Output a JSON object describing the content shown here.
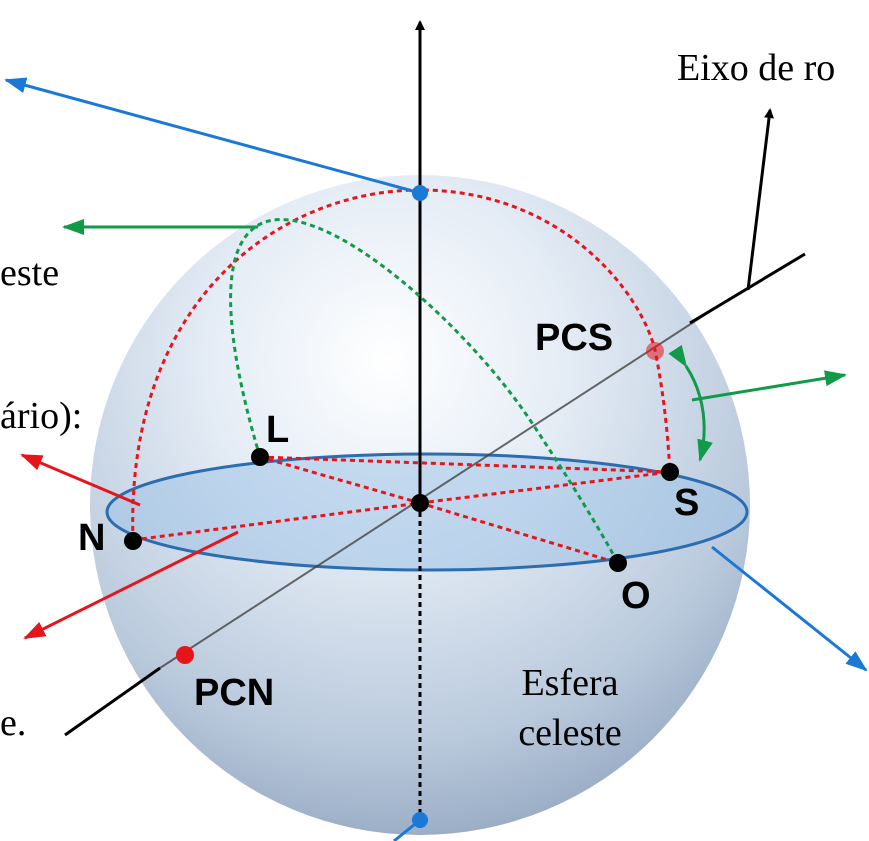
{
  "labels": {
    "rotation_axis": "Eixo de ro",
    "left_frag_1": "este",
    "left_frag_2": "ário):",
    "left_frag_3": "e.",
    "sphere_line1": "Esfera",
    "sphere_line2": "celeste",
    "pcs": "PCS",
    "pcn": "PCN",
    "north": "N",
    "south": "S",
    "east": "L",
    "west": "O"
  },
  "colors": {
    "red": "#e8141c",
    "green": "#119a48",
    "blue": "#1a78d6",
    "black": "#000000",
    "horizon_fill": "#9ec2e6",
    "horizon_stroke": "#2c6db0"
  }
}
